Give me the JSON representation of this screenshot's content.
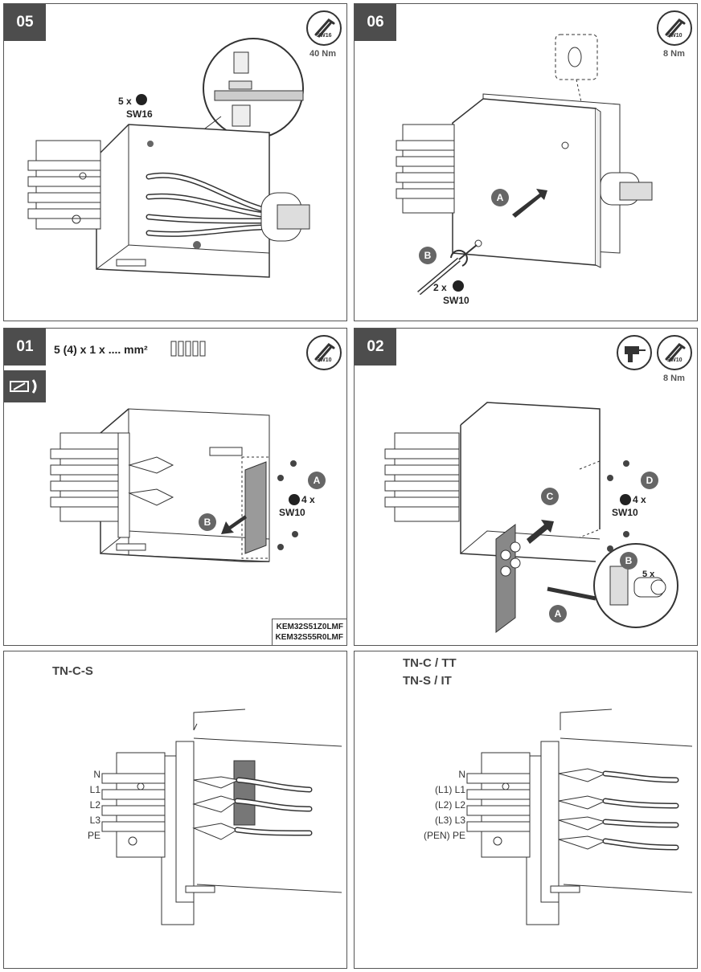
{
  "panels": {
    "p05": {
      "step": "05",
      "tool": "SW16",
      "torque": "40 Nm",
      "count": "5 x",
      "sw": "SW16"
    },
    "p06": {
      "step": "06",
      "tool": "SW10",
      "torque": "8 Nm",
      "badge_a": "A",
      "badge_b": "B",
      "count": "2 x",
      "sw": "SW10"
    },
    "p01": {
      "step": "01",
      "spec": "5 (4) x 1 x .... mm²",
      "tool": "SW10",
      "badge_a": "A",
      "badge_b": "B",
      "count": "4 x",
      "sw": "SW10",
      "codes": [
        "KEM32S51Z0LMF",
        "KEM32S55R0LMF"
      ]
    },
    "p02": {
      "step": "02",
      "tool": "SW10",
      "torque": "8 Nm",
      "badge_a": "A",
      "badge_b": "B",
      "badge_c": "C",
      "badge_d": "D",
      "count_d": "4 x",
      "sw": "SW10",
      "count_b": "5 x"
    },
    "tncs": {
      "title": "TN-C-S",
      "labels": [
        "N",
        "L1",
        "L2",
        "L3",
        "PE"
      ]
    },
    "tnc": {
      "title1": "TN-C / TT",
      "title2": "TN-S / IT",
      "labels": [
        "N",
        "(L1)  L1",
        "(L2)  L2",
        "(L3)  L3",
        "(PEN) PE"
      ]
    }
  },
  "icons": {
    "wrench": "hex-wrench-icon",
    "drill": "drill-icon",
    "stripper": "wire-stripper-icon"
  }
}
